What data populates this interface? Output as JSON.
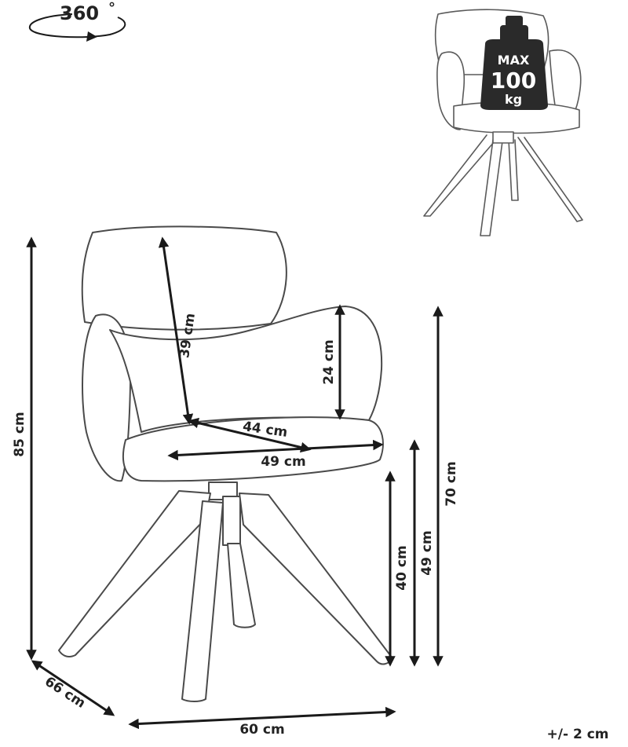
{
  "rotation": {
    "label": "360",
    "unit": "°"
  },
  "weight": {
    "line1": "MAX",
    "line2": "100",
    "line3": "kg"
  },
  "dimensions": {
    "height_total": "85 cm",
    "backrest_height": "39 cm",
    "armrest_height": "24 cm",
    "seat_depth": "44 cm",
    "seat_width": "49 cm",
    "height_armrest": "70 cm",
    "height_seat_front": "49 cm",
    "height_seat": "40 cm",
    "depth": "66 cm",
    "width": "60 cm"
  },
  "tolerance": "+/- 2 cm",
  "colors": {
    "line": "#4a4a4a",
    "arrow": "#1a1a1a",
    "text": "#222222"
  }
}
